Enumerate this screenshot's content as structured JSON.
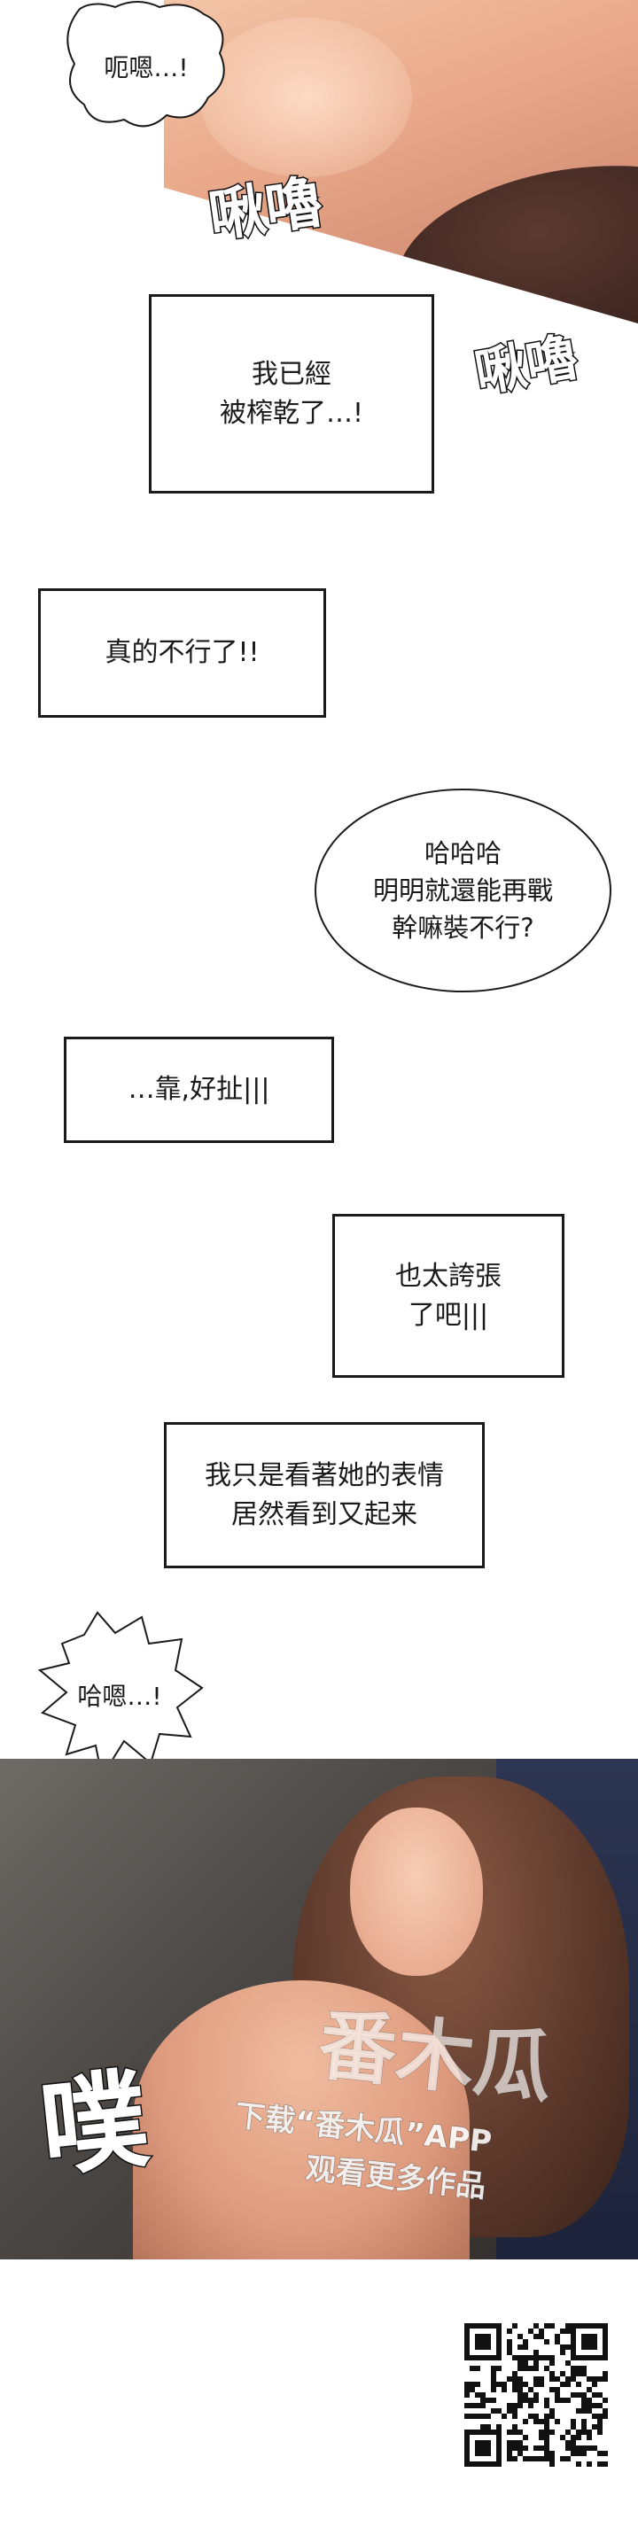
{
  "panels": {
    "top_sfx_1": "啾嚕",
    "top_sfx_2": "啾嚕",
    "bottom_sfx": "噗"
  },
  "dialogue": {
    "bubble_1": "呃嗯…!",
    "box_1": [
      "我已經",
      "被榨乾了…!"
    ],
    "box_2": "真的不行了!!",
    "bubble_2": [
      "哈哈哈",
      "明明就還能再戰",
      "幹嘛裝不行?"
    ],
    "box_3": "…靠,好扯|||",
    "box_4": [
      "也太誇張",
      "了吧|||"
    ],
    "box_5": [
      "我只是看著她的表情",
      "居然看到又起来"
    ],
    "bubble_3": "哈嗯…!"
  },
  "watermark": {
    "logo": "番木瓜",
    "line_1": "下载“番木瓜”APP",
    "line_2": "观看更多作品"
  }
}
